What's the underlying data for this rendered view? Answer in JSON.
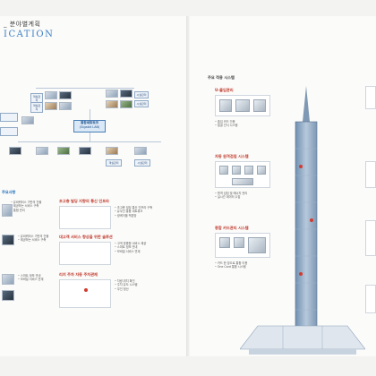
{
  "header": {
    "title_ko": "_ 분야별계획",
    "title_en": "ICATION"
  },
  "diagram": {
    "center_label": "통합네트워크",
    "center_sublabel": "(Gigabit LAN)",
    "left_labels": [
      "",
      "",
      ""
    ],
    "top_labels": [
      "객실관리",
      "객실관리",
      "객실관리"
    ],
    "right_labels": [
      "시설관리",
      "시설관리",
      "시설관리"
    ]
  },
  "left_sections": {
    "s1": {
      "title": "주요사항",
      "bullets": [
        "유비쿼터스 기반의 건물",
        "제공하는 서비스 구축",
        "통합 관리"
      ]
    },
    "s2": {
      "title": "초고층 빌딩 지향의 통신 인프라",
      "bullets": [
        "초고층 빌딩 통신 인프라 구축",
        "유무선 통합 네트워크",
        "광케이블 백본망"
      ]
    },
    "s3": {
      "title": "대고객 서비스 향상을 위한 솔루션",
      "bullets": [
        "고객 맞춤형 서비스 제공",
        "스마트 정보 안내",
        "모바일 서비스 연계"
      ]
    },
    "s4": {
      "title": "리지 주차 자동 주차관제",
      "bullets": [
        "차량 위치 확인",
        "주차 유도 시스템",
        "무인 정산"
      ]
    }
  },
  "right_sections": {
    "main_title": "주요 적용 시스템",
    "r1": {
      "title": "U-출입관리",
      "bullets": [
        "출입 카드 인증",
        "얼굴 인식 시스템"
      ]
    },
    "r2": {
      "title": "자동 원격검침 시스템",
      "bullets": [
        "원격 검침 및 에너지 관리",
        "실시간 데이터 수집"
      ]
    },
    "r3": {
      "title": "종합 카드관리 시스템",
      "bullets": [
        "카드 한 장으로 통합 이용",
        "One Card 통합 시스템"
      ]
    }
  },
  "colors": {
    "accent": "#1d6fb8",
    "accent_red": "#c0392b",
    "title_blue": "#3b7fc4"
  }
}
